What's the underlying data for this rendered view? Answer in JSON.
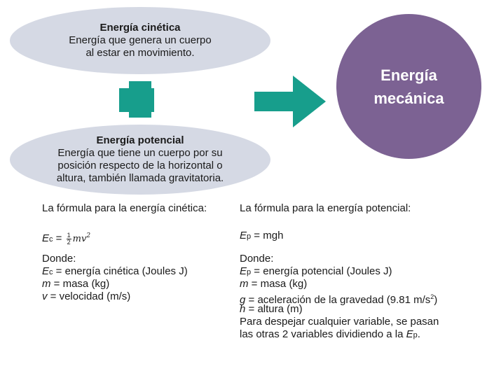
{
  "kinetic": {
    "title": "Energía cinética",
    "line1": "Energía que genera un cuerpo",
    "line2": "al estar en movimiento."
  },
  "potential": {
    "title": "Energía potencial",
    "line1": "Energía que tiene un cuerpo por su",
    "line2": "posición respecto de la horizontal o",
    "line3": "altura, también llamada gravitatoria."
  },
  "result": {
    "line1": "Energía",
    "line2": "mecánica"
  },
  "colors": {
    "ellipse": "#d5d9e4",
    "teal": "#179e8c",
    "purple": "#7c6293"
  },
  "left_col": {
    "intro": "La fórmula para la energía cinética:",
    "formula_var": "E",
    "formula_sub": "c",
    "formula_eq": " = ",
    "frac_num": "1",
    "frac_den": "2",
    "formula_rest": "mv",
    "formula_exp": "2",
    "donde": "Donde:",
    "def1_var": "E",
    "def1_sub": "c",
    "def1_text": " = energía cinética (Joules J)",
    "def2_var": "m",
    "def2_text": " = masa (kg)",
    "def3_var": "v",
    "def3_text": " = velocidad (m/s)"
  },
  "right_col": {
    "intro": "La fórmula para la energía potencial:",
    "formula_var": "E",
    "formula_sub": "p",
    "formula_text": " = mgh",
    "donde": "Donde:",
    "def1_var": "E",
    "def1_sub": "p",
    "def1_text": " = energía potencial (Joules J)",
    "def2_var": "m",
    "def2_text": " = masa (kg)",
    "def3_var": "g",
    "def3_text": " = aceleración de la gravedad (9.81 m/s",
    "def3_exp": "2",
    "def3_close": ")",
    "def4_var": "h",
    "def4_text": " = altura (m)",
    "note1": "Para despejar cualquier variable, se pasan",
    "note2": "las otras 2 variables dividiendo a la ",
    "note2_var": "E",
    "note2_sub": "p",
    "note2_end": "."
  }
}
